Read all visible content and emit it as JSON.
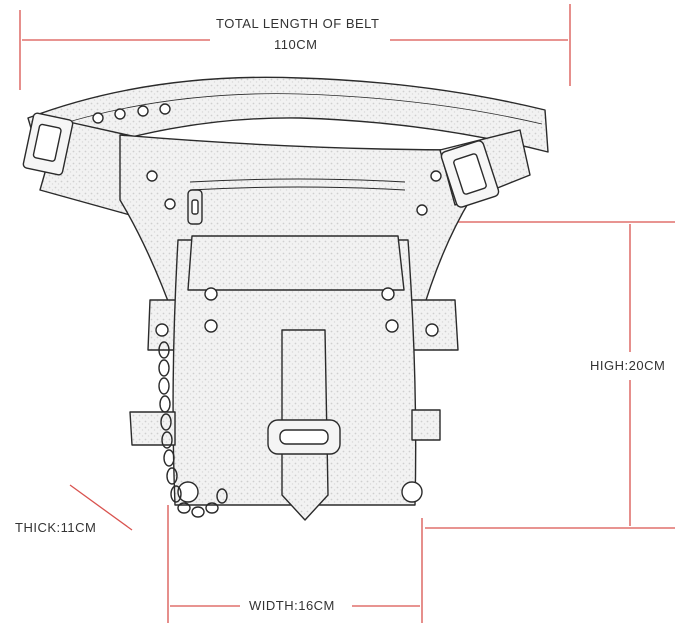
{
  "dimensions": {
    "belt_length_title": "TOTAL LENGTH OF BELT",
    "belt_length_value": "110CM",
    "height": "HIGH:20CM",
    "thickness": "THICK:11CM",
    "width": "WIDTH:16CM"
  },
  "colors": {
    "dimension_line": "#d9534f",
    "sketch_stroke": "#2b2b2b",
    "leather_shade": "#e6e6e6",
    "text": "#333333"
  }
}
